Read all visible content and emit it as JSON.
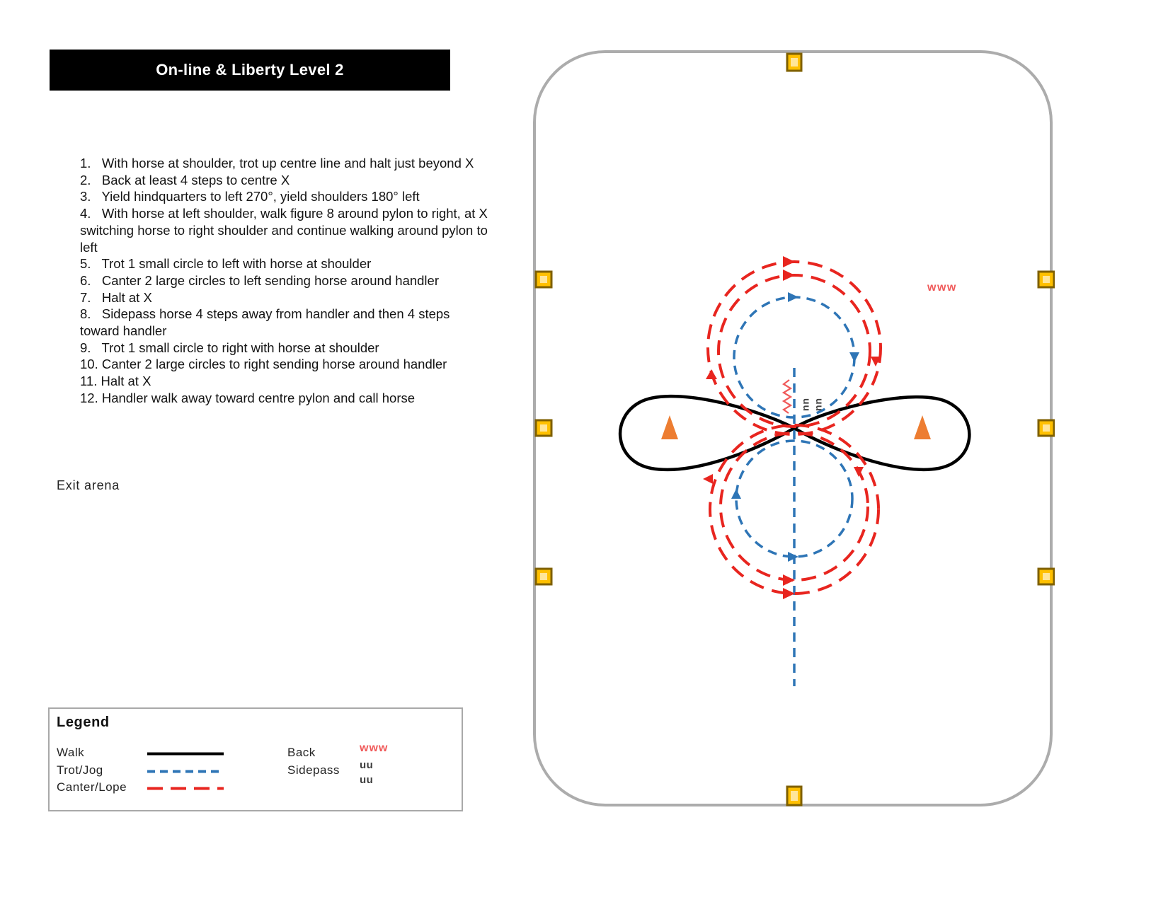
{
  "title": "On-line & Liberty Level 2",
  "instructions": {
    "items": [
      "1.   With horse at shoulder, trot up centre line and halt just beyond X",
      "2.   Back at least 4 steps to centre X",
      "3.   Yield hindquarters to left 270°, yield shoulders 180° left",
      "4.   With horse at left shoulder, walk figure 8 around pylon to right, at X switching horse to right shoulder and continue walking around pylon to left",
      "5.   Trot 1 small circle to left with horse at shoulder",
      "6.   Canter 2 large circles to left sending horse around handler",
      "7.   Halt at X",
      "8.   Sidepass horse 4 steps away from handler and then 4 steps toward handler",
      "9.   Trot 1 small circle to right with horse at shoulder",
      "10. Canter 2 large circles to right sending horse around handler",
      "11. Halt at X",
      "12. Handler walk away toward centre pylon and call horse"
    ]
  },
  "exit_label": "Exit arena",
  "legend": {
    "title": "Legend",
    "walk_label": "Walk",
    "trot_label": "Trot/Jog",
    "canter_label": "Canter/Lope",
    "back_label": "Back",
    "sidepass_label": "Sidepass",
    "back_symbol": "www",
    "sidepass_symbol_line1": "uu",
    "sidepass_symbol_line2": "uu"
  },
  "arena": {
    "back_mark": "www",
    "sidepass_mark1": "uu",
    "sidepass_mark2": "uu"
  },
  "colors": {
    "walk": "#000000",
    "trot": "#2E75B6",
    "canter": "#E8251F",
    "back": "#F05A5A",
    "sidepass": "#3F3F3F",
    "pylon": "#ED7D31",
    "marker_fill": "#FFC000",
    "marker_border": "#7F6000",
    "marker_inner": "#FFE699",
    "arena_border": "#ACACAC",
    "banner_bg": "#000000",
    "banner_text": "#FFFFFF"
  }
}
